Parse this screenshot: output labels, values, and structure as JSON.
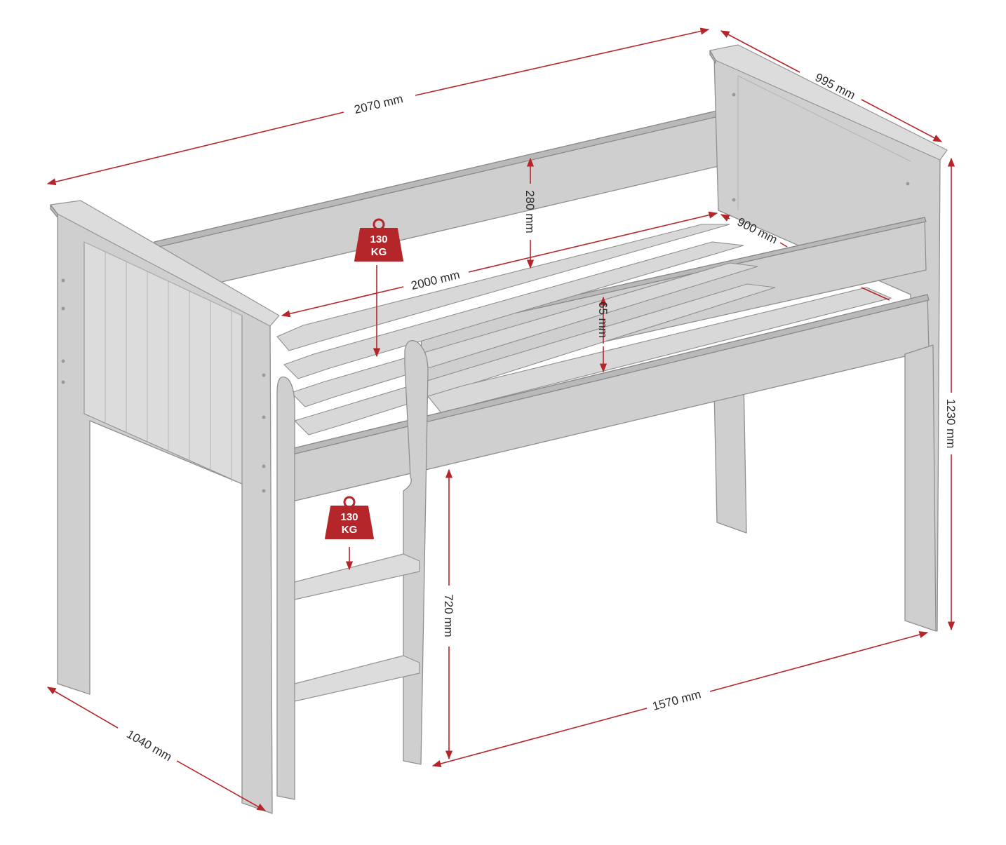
{
  "diagram": {
    "colors": {
      "dimension": "#b5262b",
      "badge": "#b5262b",
      "wood": "#cfcfcf",
      "outline": "#8f8f8f"
    },
    "dimensions": {
      "overall_length": "2070 mm",
      "overall_depth": "995 mm",
      "guardrail_height": "280 mm",
      "mattress_width": "900 mm",
      "mattress_length": "2000 mm",
      "mattress_thickness": "65 mm",
      "overall_height": "1230 mm",
      "clearance_height": "720 mm",
      "clearance_length": "1570 mm",
      "footprint_depth": "1040 mm"
    },
    "weight_badges": [
      {
        "line1": "130",
        "line2": "KG",
        "icon": "weight-icon"
      },
      {
        "line1": "130",
        "line2": "KG",
        "icon": "weight-icon"
      }
    ]
  }
}
